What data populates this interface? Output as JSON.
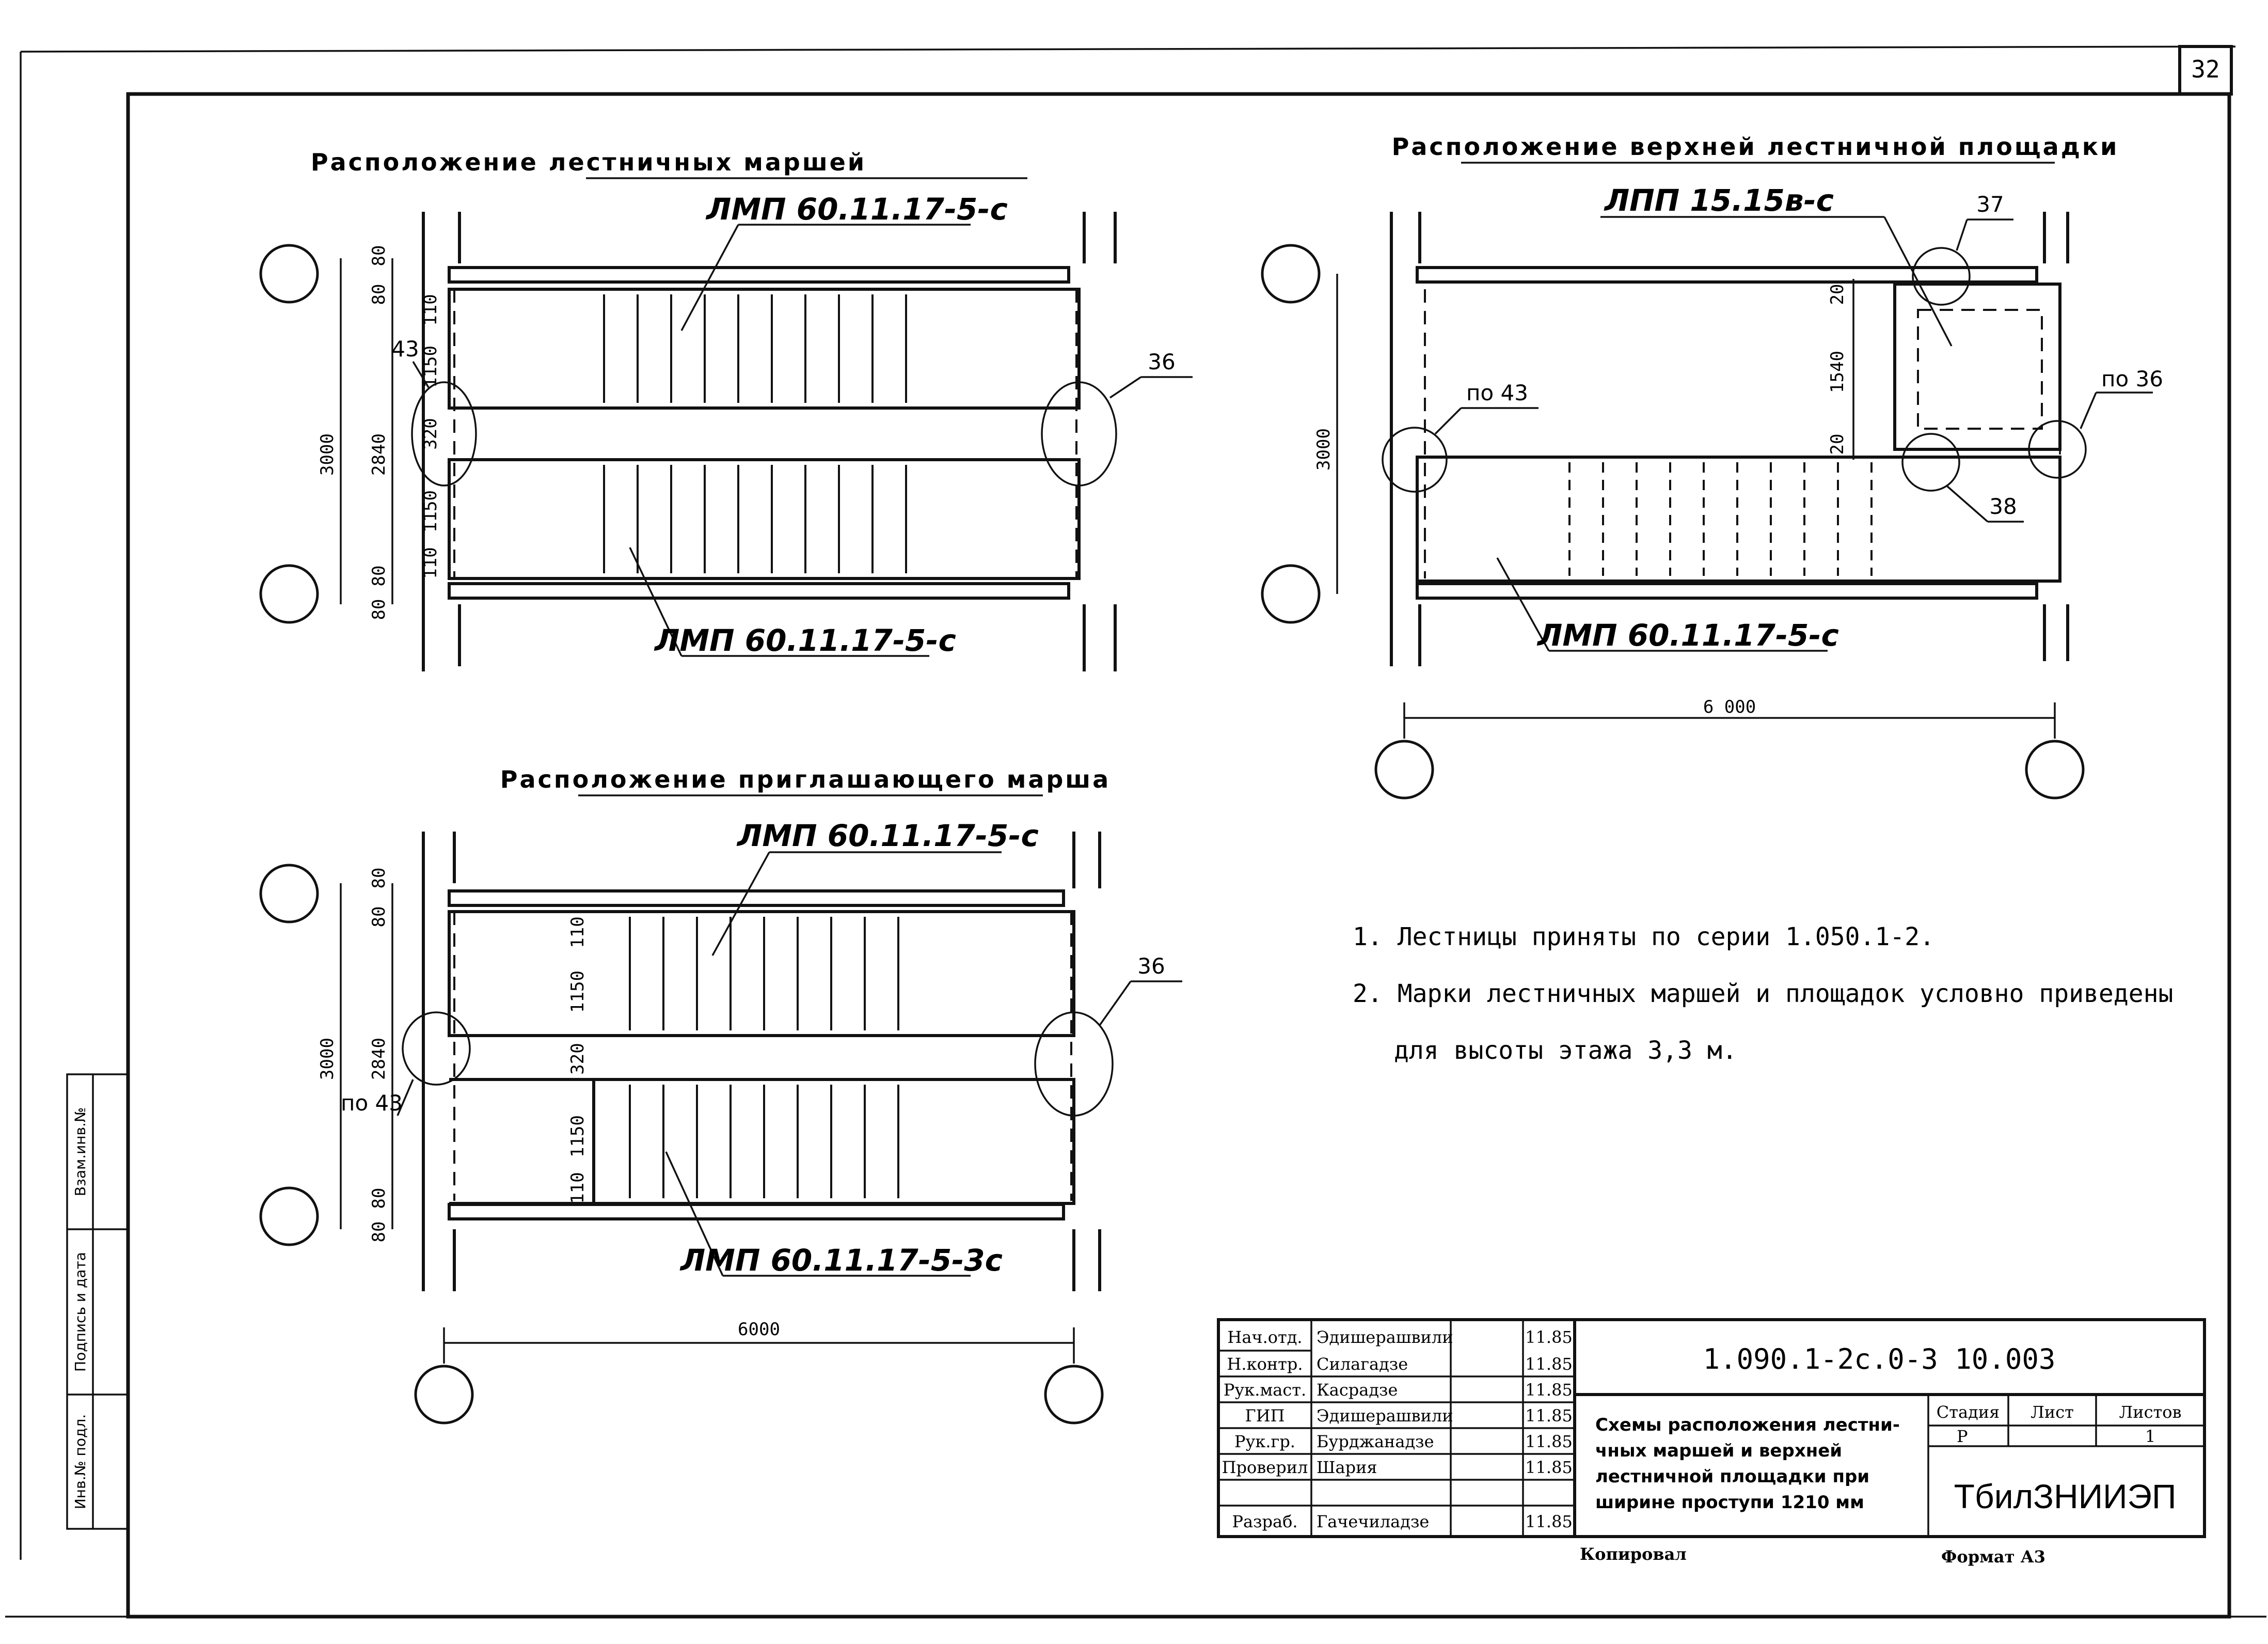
{
  "sheet_number": "32",
  "plan_marches": {
    "title": "Расположение лестничных маршей",
    "mark_top": "ЛМП 60.11.17-5-с",
    "mark_bottom": "ЛМП 60.11.17-5-с",
    "callout_left": "43",
    "callout_right": "36",
    "dims_left": [
      "80",
      "80",
      "110",
      "1150",
      "320",
      "1150",
      "110",
      "80",
      "80"
    ],
    "dim_overall": "3000",
    "dim_inner": "2840"
  },
  "plan_upper_landing": {
    "title": "Расположение верхней лестничной площадки",
    "mark_landing": "ЛПП 15.15в-с",
    "mark_march": "ЛМП 60.11.17-5-с",
    "callout_37": "37",
    "callout_38": "38",
    "callout_left": "по 43",
    "callout_right": "по 36",
    "dims_inner": [
      "20",
      "1540",
      "20"
    ],
    "dim_overall": "3000",
    "dim_length": "6 000"
  },
  "plan_inviting": {
    "title": "Расположение приглашающего марша",
    "mark_top": "ЛМП 60.11.17-5-с",
    "mark_bottom": "ЛМП 60.11.17-5-3с",
    "callout_left": "по 43",
    "callout_right": "36",
    "dims_left": [
      "80",
      "80",
      "110",
      "1150",
      "320",
      "1150",
      "110",
      "80",
      "80"
    ],
    "dim_overall": "3000",
    "dim_inner": "2840",
    "dim_length": "6000"
  },
  "notes": [
    "1. Лестницы приняты по серии 1.050.1-2.",
    "2. Марки лестничных маршей и площадок условно приведены",
    "для высоты этажа 3,3 м."
  ],
  "side_stamp": [
    "Взам.инв.№",
    "Подпись и дата",
    "Инв.№ подл."
  ],
  "title_block": {
    "document_code": "1.090.1-2с.0-3 10.003",
    "rows": [
      {
        "role": "Нач.отд.",
        "name": "Эдишерашвили",
        "date": "11.85"
      },
      {
        "role": "Н.контр.",
        "name": "Силагадзе",
        "date": "11.85"
      },
      {
        "role": "Рук.маст.",
        "name": "Касрадзе",
        "date": "11.85"
      },
      {
        "role": "ГИП",
        "name": "Эдишерашвили",
        "date": "11.85"
      },
      {
        "role": "Рук.гр.",
        "name": "Бурджанадзе",
        "date": "11.85"
      },
      {
        "role": "Проверил",
        "name": "Шария",
        "date": "11.85"
      },
      {
        "role": "Разраб.",
        "name": "Гачечиладзе",
        "date": "11.85"
      }
    ],
    "description": [
      "Схемы расположения лестни-",
      "чных маршей и верхней",
      "лестничной площадки при",
      "ширине проступи   1210 мм"
    ],
    "stage_header": "Стадия",
    "sheet_header": "Лист",
    "sheets_header": "Листов",
    "stage": "Р",
    "sheet": "1",
    "organization": "ТбилЗНИИЭП",
    "copied": "Копировал",
    "format": "Формат А3"
  }
}
